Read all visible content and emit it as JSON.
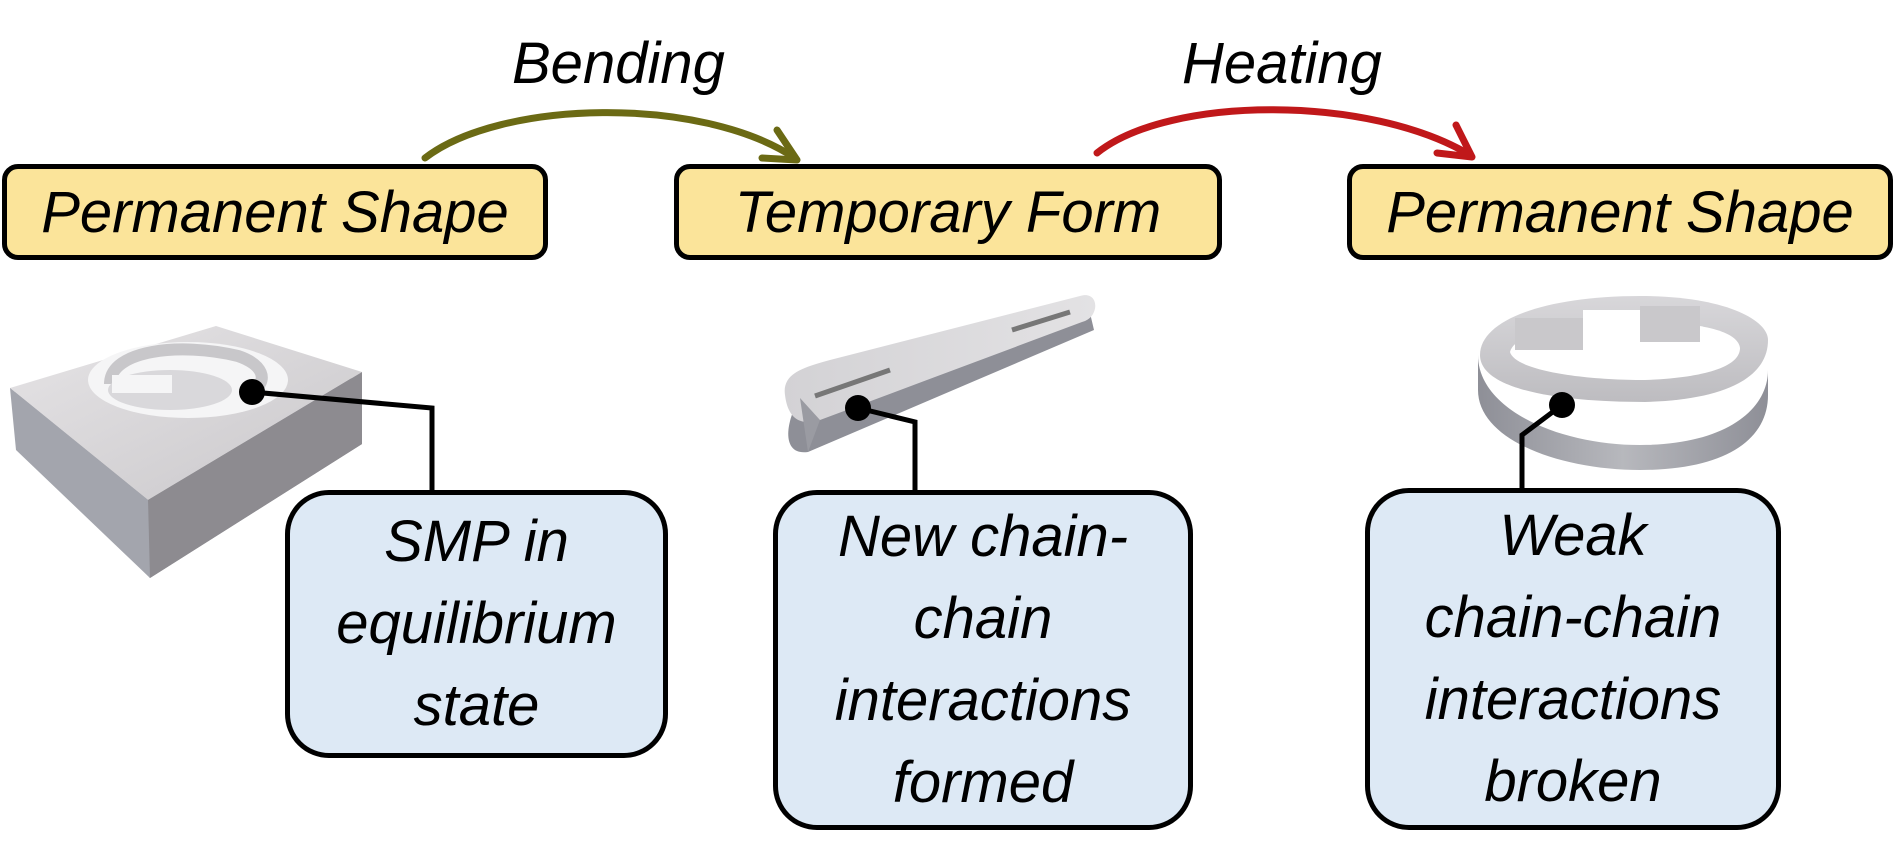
{
  "stages": [
    {
      "label": "Permanent Shape"
    },
    {
      "label": "Temporary Form"
    },
    {
      "label": "Permanent Shape"
    }
  ],
  "transitions": [
    {
      "label": "Bending",
      "color": "#6b6a14"
    },
    {
      "label": "Heating",
      "color": "#c0181a"
    }
  ],
  "callouts": [
    {
      "lines": [
        "SMP in",
        "equilibrium",
        "state"
      ]
    },
    {
      "lines": [
        "New chain-",
        "chain",
        "interactions",
        "formed"
      ]
    },
    {
      "lines": [
        "Weak",
        "chain-chain",
        "interactions",
        "broken"
      ]
    }
  ],
  "colors": {
    "stage_fill": "#fbe49a",
    "callout_fill": "#dde9f5",
    "object_light": "#d6d4d6",
    "object_dark": "#8f8f96"
  }
}
